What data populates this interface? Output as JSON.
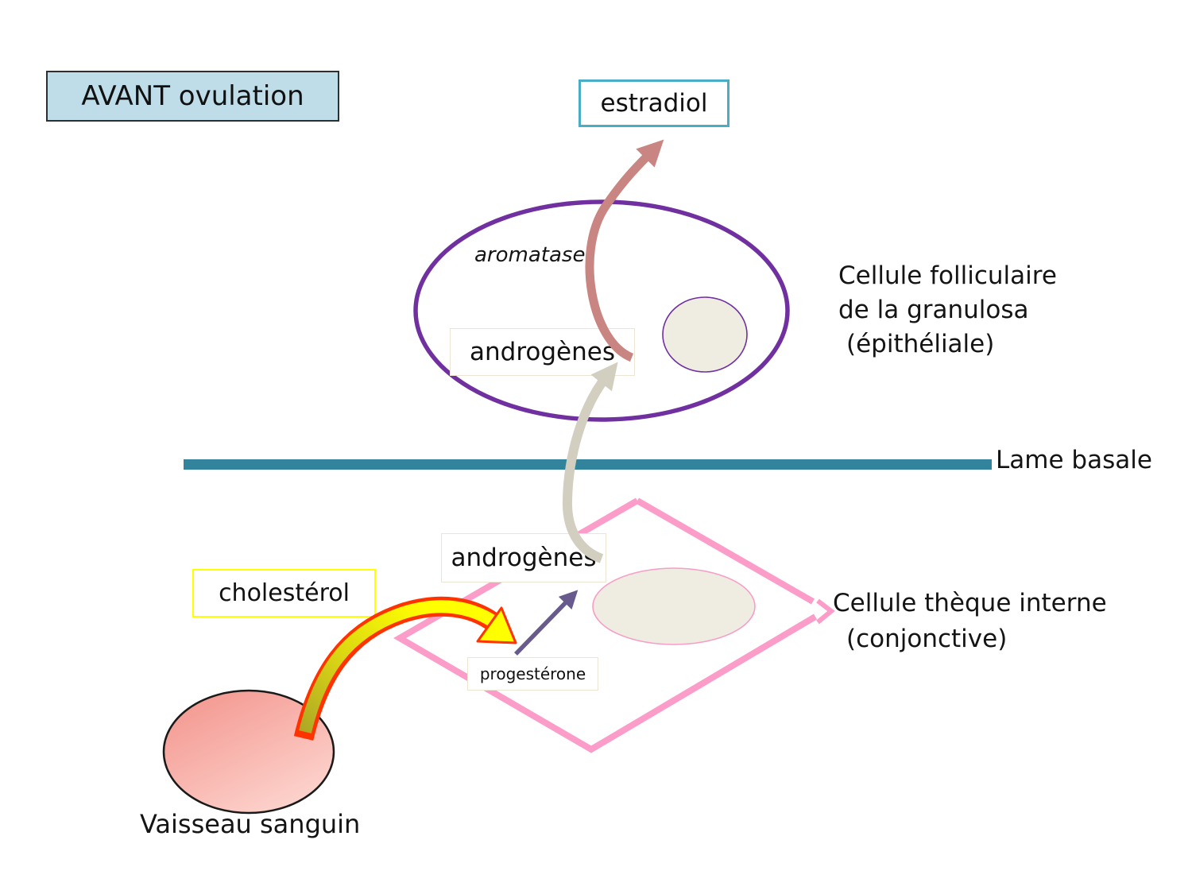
{
  "slide": {
    "phase_label": "AVANT ovulation"
  },
  "molecules": {
    "estradiol": "estradiol",
    "aromatase": "aromatase",
    "androgens_granulosa": "androgènes",
    "androgens_theca": "androgènes",
    "progesterone": "progestérone",
    "cholesterol": "cholestérol"
  },
  "labels": {
    "granulosa_line1": "Cellule folliculaire",
    "granulosa_line2": "de la granulosa",
    "granulosa_line3": "(épithéliale)",
    "basal_lamina": "Lame basale",
    "theca_line1": "Cellule thèque interne",
    "theca_line2": "(conjonctive)",
    "blood_vessel": "Vaisseau sanguin"
  },
  "colors": {
    "badge_fill": "#BFDDE8",
    "badge_border": "#2F2F2F",
    "estradiol_box_border": "#4BACC6",
    "granulosa_membrane": "#7030A0",
    "nucleus_fill": "#EFEDE2",
    "basal_lamina_line": "#31849B",
    "theca_membrane": "#FB9DC8",
    "hormone_box_border": "#EDE5D3",
    "cholesterol_box_border": "#FFFF00",
    "estradiol_arrow": "#C98581",
    "androgen_transfer_arrow": "#D2CEC0",
    "progesterone_arrow": "#685A8D",
    "cholesterol_arrow_fill": "#FFFF00",
    "cholesterol_arrow_outline": "#FF3300",
    "blood_vessel_fill_dark": "#F4968E",
    "blood_vessel_fill_light": "#FCCFC9"
  }
}
